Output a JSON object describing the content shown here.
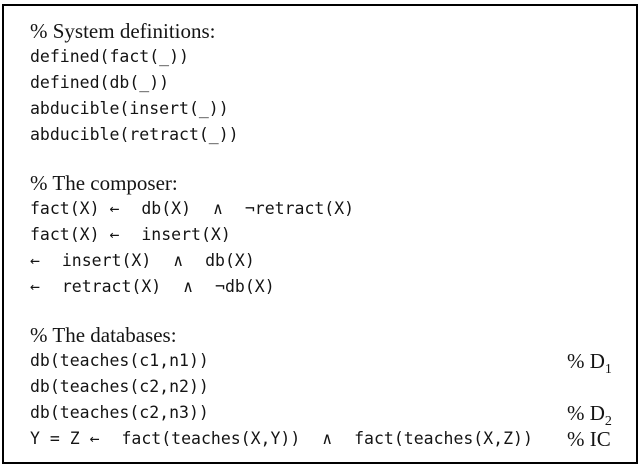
{
  "figure": {
    "background_color": "#ffffff",
    "border_color": "#000000",
    "text_color": "#141414"
  },
  "listing": {
    "lines": [
      {
        "type": "comment",
        "text": "% System definitions:"
      },
      {
        "type": "code",
        "text": "defined(fact(_))"
      },
      {
        "type": "code",
        "text": "defined(db(_))"
      },
      {
        "type": "code",
        "text": "abducible(insert(_))"
      },
      {
        "type": "code",
        "text": "abducible(retract(_))"
      },
      {
        "type": "blank"
      },
      {
        "type": "comment",
        "text": "% The composer:"
      },
      {
        "type": "code",
        "text": "fact(X) ← db(X) ∧ ¬retract(X)"
      },
      {
        "type": "code",
        "text": "fact(X) ← insert(X)"
      },
      {
        "type": "code",
        "text": "← insert(X) ∧ db(X)"
      },
      {
        "type": "code",
        "text": "← retract(X) ∧ ¬db(X)"
      },
      {
        "type": "blank"
      },
      {
        "type": "comment",
        "text": "% The databases:"
      },
      {
        "type": "code",
        "text": "db(teaches(c1,n1))",
        "label": "% D",
        "label_sub": "1"
      },
      {
        "type": "code",
        "text": "db(teaches(c2,n2))"
      },
      {
        "type": "code",
        "text": "db(teaches(c2,n3))",
        "label": "% D",
        "label_sub": "2"
      },
      {
        "type": "code",
        "text": "Y = Z ← fact(teaches(X,Y)) ∧ fact(teaches(X,Z))",
        "label": "% IC"
      }
    ]
  }
}
